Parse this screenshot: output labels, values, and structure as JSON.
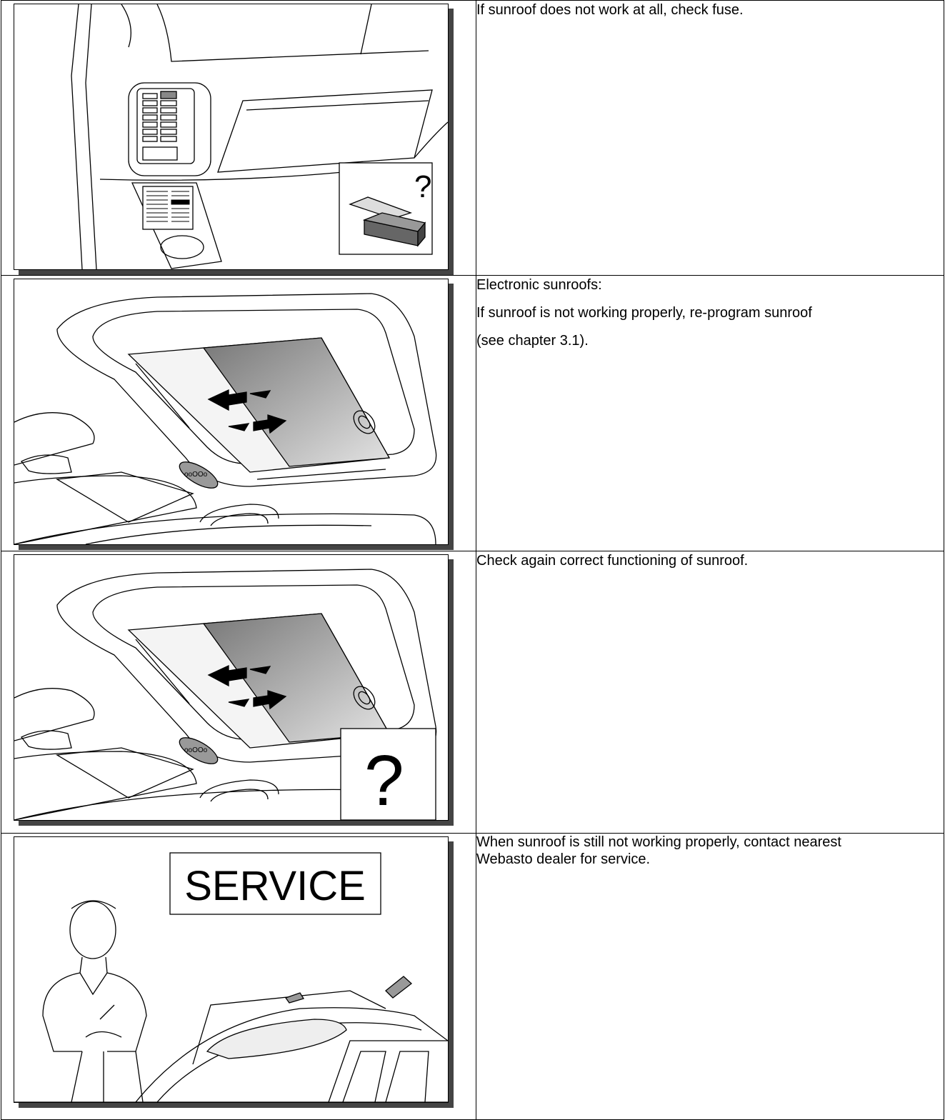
{
  "steps": [
    {
      "text_lines": [
        "If sunroof does not work at all, check fuse."
      ],
      "illustration": "fuse-box-illustration",
      "overlay_glyph": "?"
    },
    {
      "text_lines": [
        "Electronic sunroofs:",
        "If sunroof is not working properly, re-program sunroof",
        "(see chapter 3.1)."
      ],
      "illustration": "sunroof-illustration"
    },
    {
      "text_lines": [
        "Check again correct functioning of sunroof."
      ],
      "illustration": "sunroof-check-illustration",
      "overlay_glyph": "?"
    },
    {
      "text_lines": [
        "When sunroof is still not working properly, contact nearest Webasto dealer for service."
      ],
      "illustration": "service-illustration",
      "sign_text": "SERVICE"
    }
  ]
}
